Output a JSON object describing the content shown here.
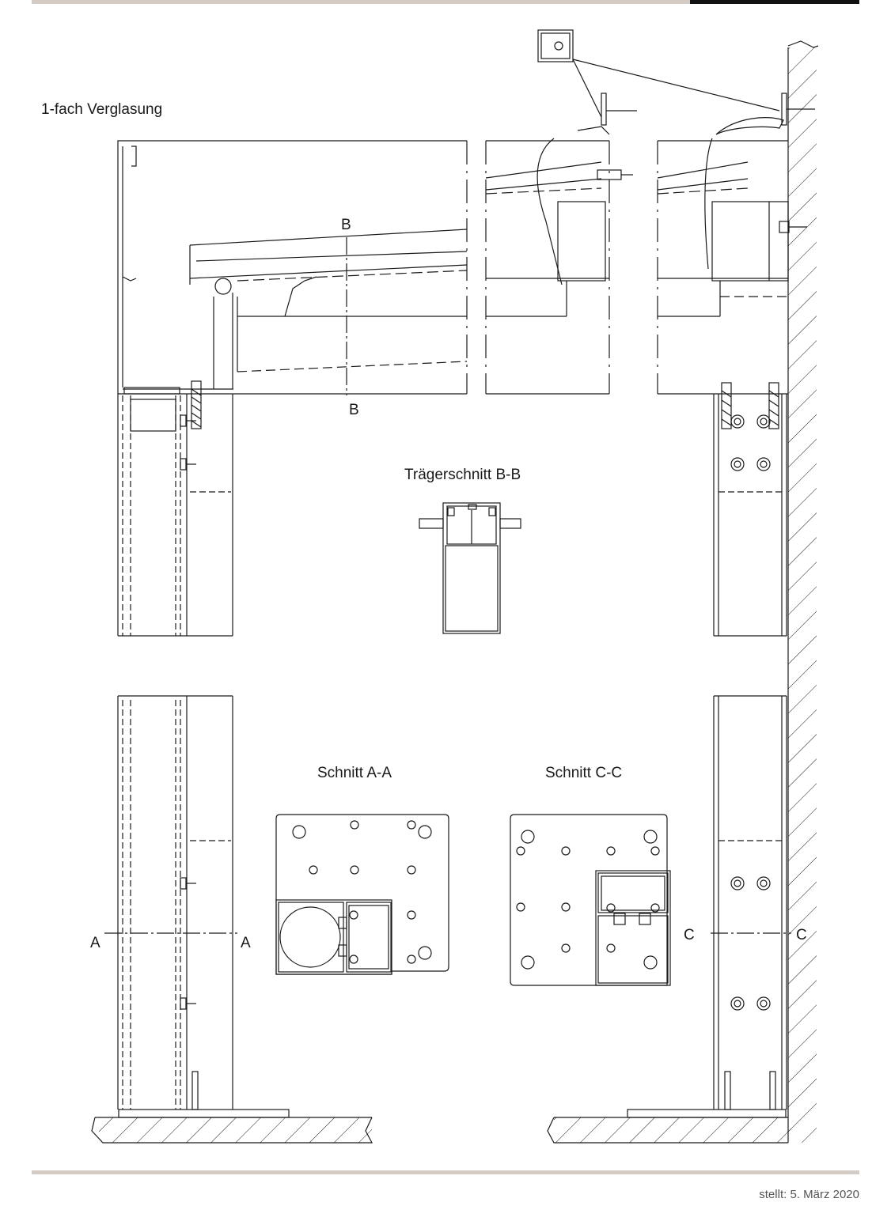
{
  "title": "1-fach Verglasung",
  "labels": {
    "section_b_top": "B",
    "section_b_bottom": "B",
    "beam_section": "Trägerschnitt B-B",
    "section_aa": "Schnitt A-A",
    "section_cc": "Schnitt C-C",
    "mark_a_left": "A",
    "mark_a_right": "A",
    "mark_c_left": "C",
    "mark_c_right": "C"
  },
  "footer": "stellt: 5. März 2020",
  "colors": {
    "line": "#1a1a1a",
    "accent_bar": "#d4ccc4",
    "dark_bar": "#111111"
  }
}
